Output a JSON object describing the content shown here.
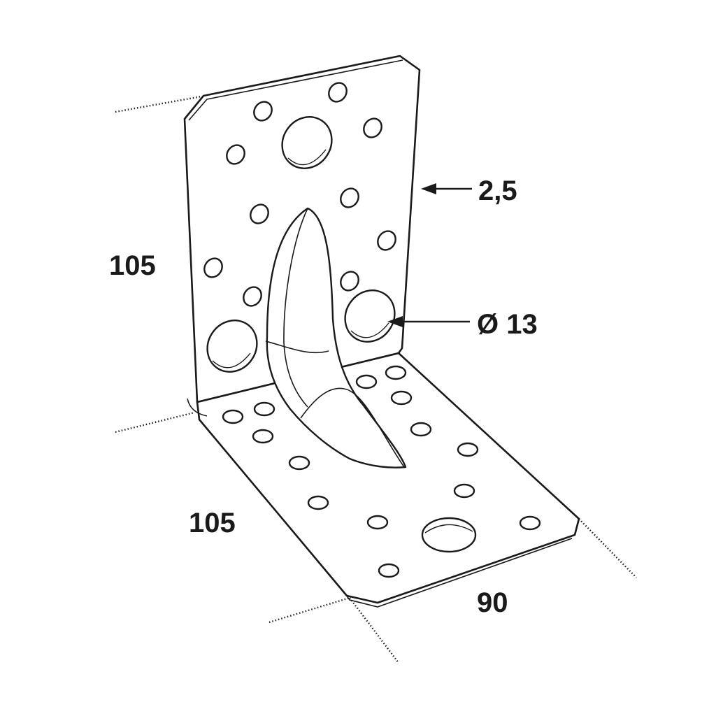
{
  "dimensions": {
    "height": "105",
    "depth": "105",
    "width": "90",
    "thickness": "2,5",
    "hole_diameter": "Ø 13"
  },
  "colors": {
    "line": "#1a1a1a",
    "fill": "#ffffff"
  }
}
